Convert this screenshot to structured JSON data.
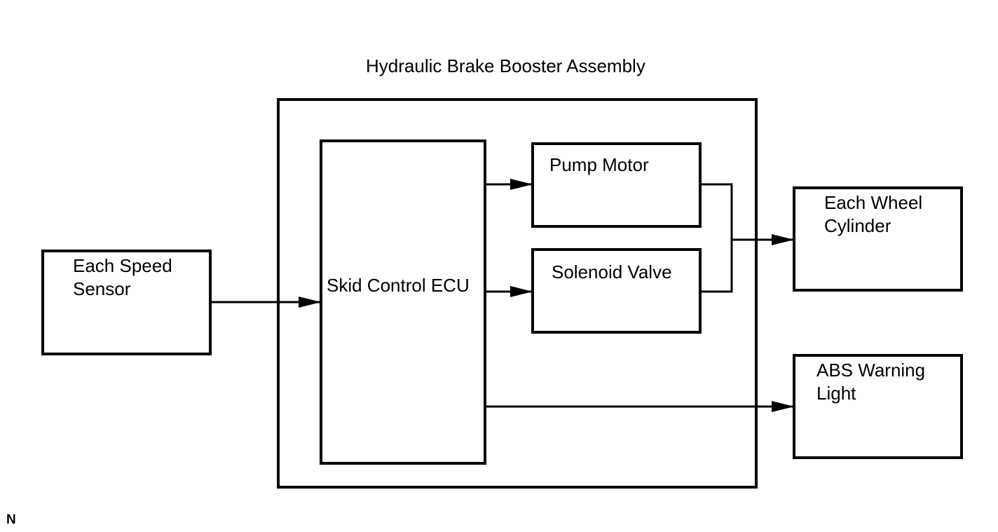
{
  "title": "Hydraulic Brake Booster Assembly",
  "blocks": {
    "speed_sensor": [
      "Each Speed",
      "Sensor"
    ],
    "skid_ecu": "Skid Control ECU",
    "pump_motor": "Pump Motor",
    "solenoid_valve": "Solenoid Valve",
    "wheel_cylinder": [
      "Each Wheel",
      "Cylinder"
    ],
    "abs_light": [
      "ABS Warning",
      "Light"
    ]
  },
  "corner_mark": "N",
  "connections": [
    {
      "from": "Each Speed Sensor",
      "to": "Skid Control ECU"
    },
    {
      "from": "Skid Control ECU",
      "to": "Pump Motor"
    },
    {
      "from": "Skid Control ECU",
      "to": "Solenoid Valve"
    },
    {
      "from": "Pump Motor",
      "to": "Each Wheel Cylinder"
    },
    {
      "from": "Solenoid Valve",
      "to": "Each Wheel Cylinder"
    },
    {
      "from": "Skid Control ECU",
      "to": "ABS Warning Light"
    }
  ]
}
